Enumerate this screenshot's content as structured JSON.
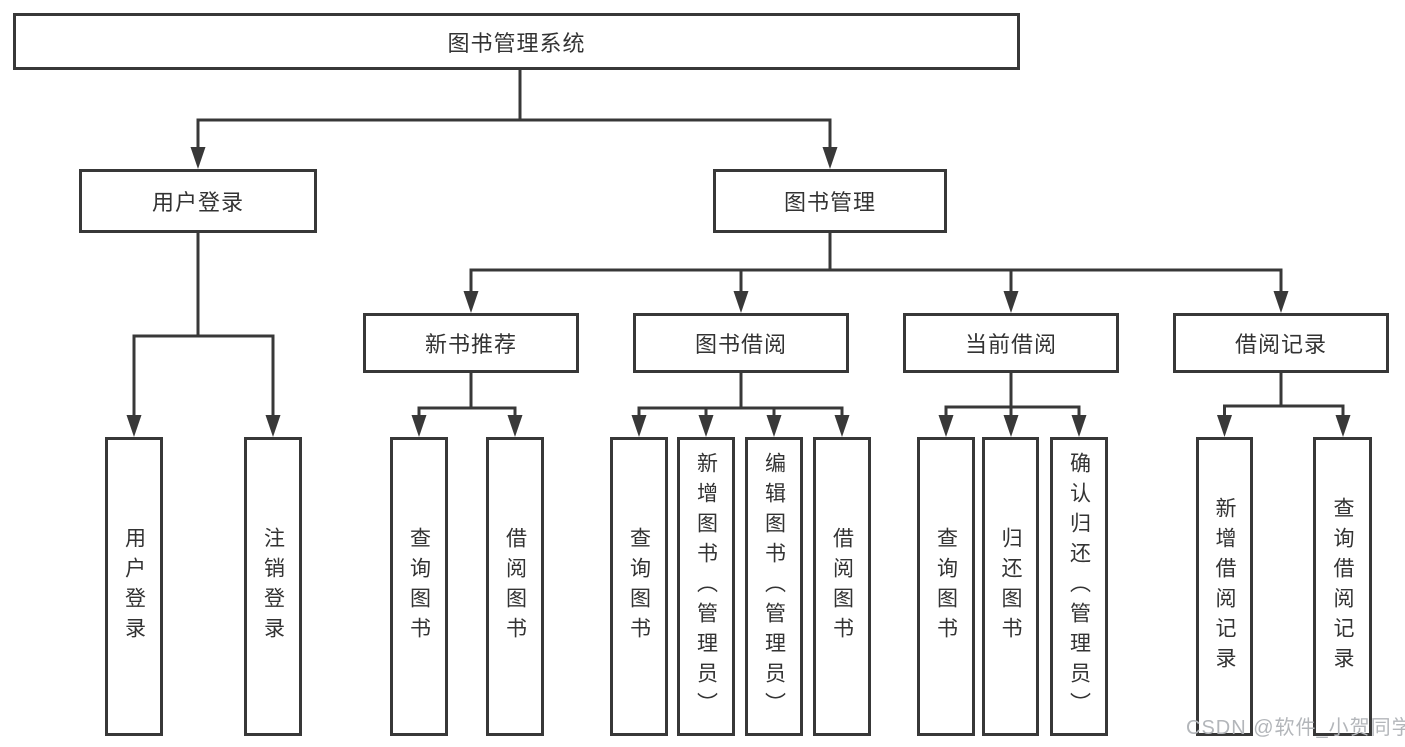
{
  "tree": {
    "label": "图书管理系统",
    "children": [
      {
        "label": "用户登录",
        "children": [
          {
            "label": "用户登录"
          },
          {
            "label": "注销登录"
          }
        ]
      },
      {
        "label": "图书管理",
        "children": [
          {
            "label": "新书推荐",
            "children": [
              {
                "label": "查询图书"
              },
              {
                "label": "借阅图书"
              }
            ]
          },
          {
            "label": "图书借阅",
            "children": [
              {
                "label": "查询图书"
              },
              {
                "label": "新增图书（管理员）"
              },
              {
                "label": "编辑图书（管理员）"
              },
              {
                "label": "借阅图书"
              }
            ]
          },
          {
            "label": "当前借阅",
            "children": [
              {
                "label": "查询图书"
              },
              {
                "label": "归还图书"
              },
              {
                "label": "确认归还（管理员）"
              }
            ]
          },
          {
            "label": "借阅记录",
            "children": [
              {
                "label": "新增借阅记录"
              },
              {
                "label": "查询借阅记录"
              }
            ]
          }
        ]
      }
    ]
  },
  "watermark": {
    "text": "CSDN @软件_小贺同学"
  },
  "colors": {
    "line": "#383838",
    "text": "#333333",
    "watermark": "#b3b6ba",
    "background": "#ffffff"
  }
}
